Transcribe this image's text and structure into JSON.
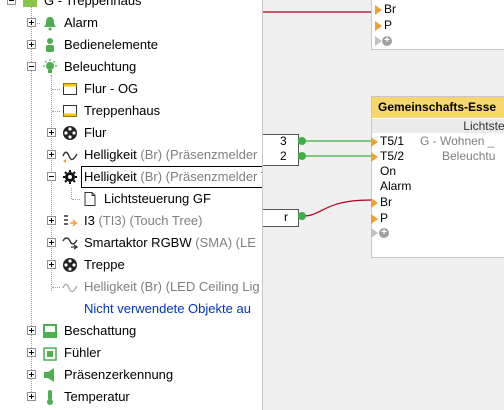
{
  "tree": {
    "root": {
      "label": "G - Treppenhaus"
    },
    "items": [
      {
        "label": "Alarm",
        "icon": "bell-icon"
      },
      {
        "label": "Bedienelemente",
        "icon": "hand-touch-icon"
      },
      {
        "label": "Beleuchtung",
        "icon": "lightbulb-icon"
      },
      {
        "label": "Flur - OG",
        "icon": "room-icon"
      },
      {
        "label": "Treppenhaus",
        "icon": "room-icon"
      },
      {
        "label": "Flur",
        "icon": "film-reel-icon"
      },
      {
        "label": "Helligkeit",
        "suffix": " (Br) (Präsenzmelder",
        "icon": "brightness-wave-icon"
      },
      {
        "label": "Helligkeit",
        "suffix": " (Br) (Präsenzmelder Tree,Hauseingang)",
        "icon": "gear-icon"
      },
      {
        "label": "Lichtsteuerung GF",
        "icon": "document-icon"
      },
      {
        "label": "I3",
        "suffix": " (TI3) (Touch Tree)",
        "icon": "input-icon"
      },
      {
        "label": "Smartaktor RGBW",
        "suffix": " (SMA) (LE",
        "icon": "rgbw-actuator-icon"
      },
      {
        "label": "Treppe",
        "icon": "film-reel-icon"
      },
      {
        "label": "Helligkeit (Br) (LED Ceiling Lig",
        "icon": "brightness-wave-icon"
      },
      {
        "label": "Nicht verwendete Objekte au",
        "icon": ""
      },
      {
        "label": "Beschattung",
        "icon": "shade-icon"
      },
      {
        "label": "Fühler",
        "icon": "sensor-icon"
      },
      {
        "label": "Präsenzerkennung",
        "icon": "presence-icon"
      },
      {
        "label": "Temperatur",
        "icon": "thermometer-icon"
      }
    ]
  },
  "canvas": {
    "top_block": {
      "ports": [
        "Br",
        "P"
      ]
    },
    "main_block": {
      "title": "Gemeinschafts-Esse",
      "subtitle": "Lichtsteuer",
      "inputs": [
        {
          "port": "T5/1",
          "desc": "G - Wohnen _"
        },
        {
          "port": "T5/2",
          "desc": "Beleuchtu"
        },
        {
          "port": "On",
          "desc": ""
        },
        {
          "port": "Alarm",
          "desc": ""
        },
        {
          "port": "Br",
          "desc": ""
        },
        {
          "port": "P",
          "desc": ""
        }
      ]
    },
    "left_stubs": [
      "3",
      "2",
      "r"
    ],
    "colors": {
      "title_bar": "#f5d76e",
      "wire_red": "#b00020",
      "wire_green": "#3cb043",
      "port_orange": "#f0a030"
    }
  }
}
